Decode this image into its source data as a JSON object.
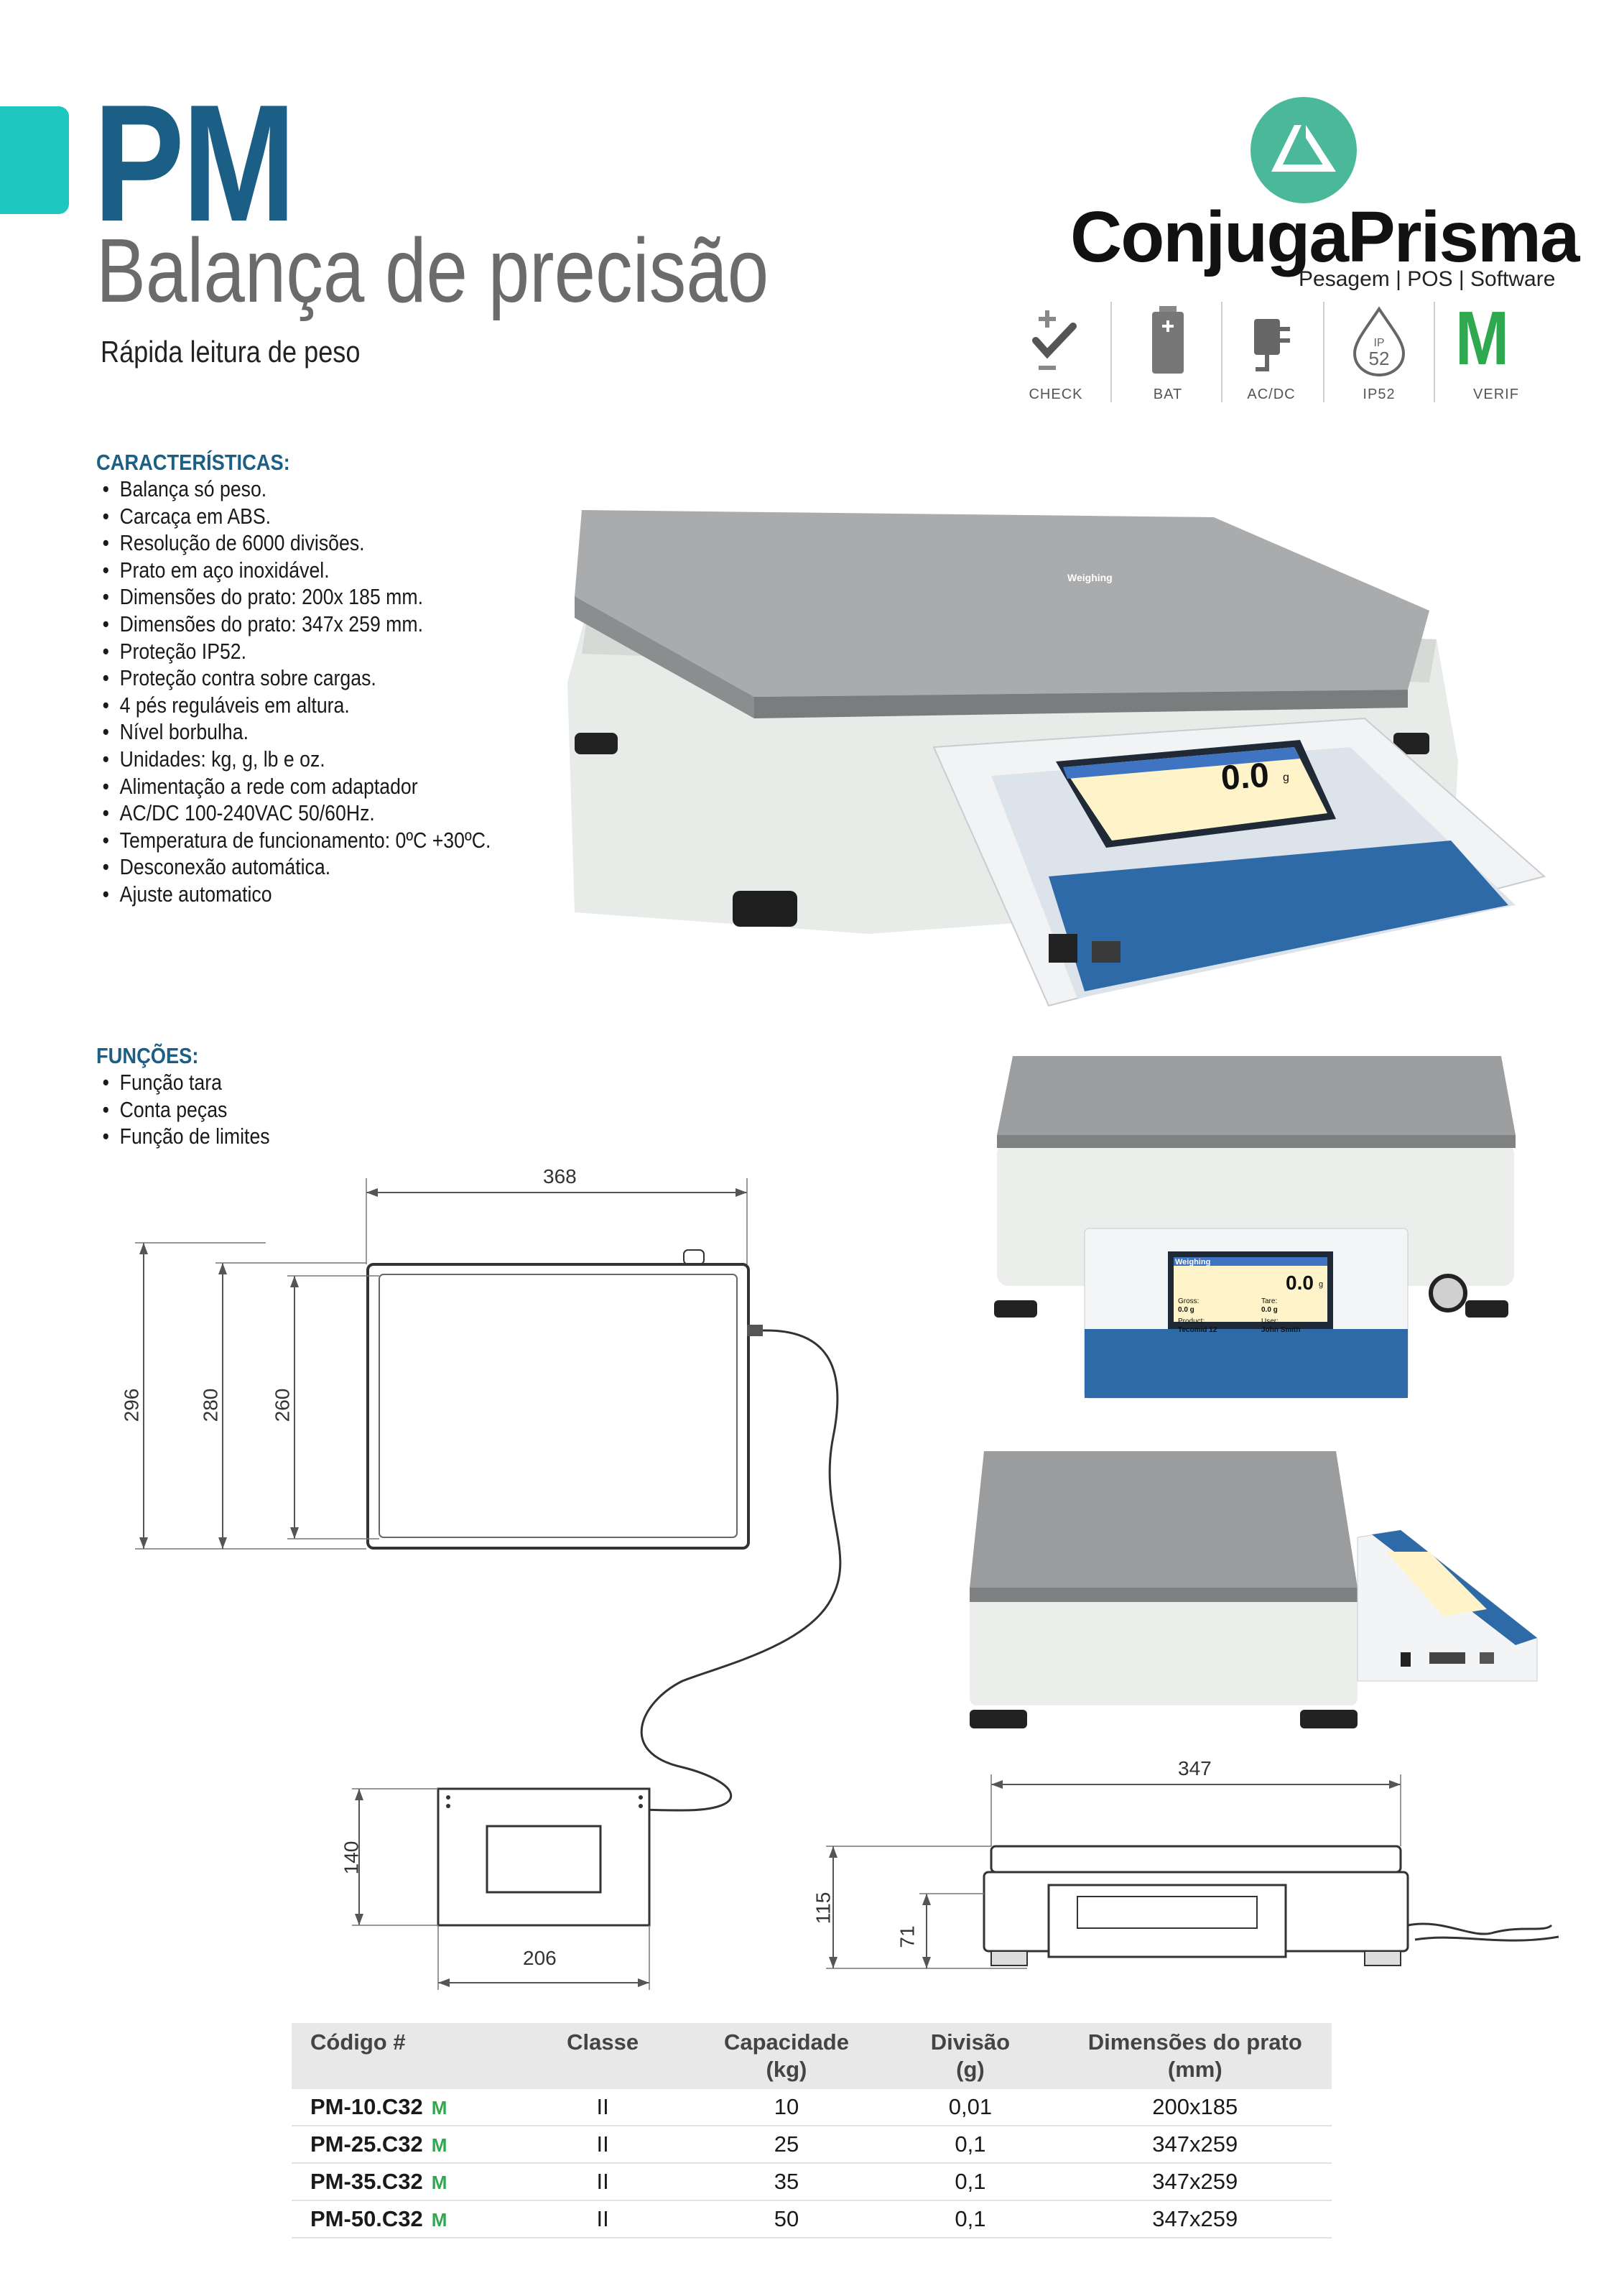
{
  "header": {
    "model": "PM",
    "subtitle": "Balança de precisão",
    "tagline": "Rápida leitura de peso"
  },
  "brand": {
    "name": "ConjugaPrisma",
    "sub": "Pesagem | POS | Software",
    "color": "#4bb89a"
  },
  "feature_icons": [
    {
      "label": "CHECK",
      "icon": "check-icon"
    },
    {
      "label": "BAT",
      "icon": "battery-icon"
    },
    {
      "label": "AC/DC",
      "icon": "power-adapter-icon"
    },
    {
      "label": "IP52",
      "icon": "ip52-drop-icon",
      "inner": "IP",
      "inner_num": "52"
    },
    {
      "label": "VERIF",
      "icon": "verification-m-icon",
      "inner": "M"
    }
  ],
  "caracteristicas": {
    "title": "CARACTERÍSTICAS:",
    "items": [
      "Balança só peso.",
      "Carcaça em ABS.",
      "Resolução de 6000 divisões.",
      "Prato em aço inoxidável.",
      "Dimensões do prato: 200x 185 mm.",
      "Dimensões do prato: 347x 259 mm.",
      "Proteção IP52.",
      "Proteção contra sobre cargas.",
      "4 pés reguláveis em altura.",
      "Nível borbulha.",
      "Unidades: kg, g, lb e oz.",
      "Alimentação a rede com adaptador",
      "AC/DC 100-240VAC 50/60Hz.",
      "Temperatura de funcionamento: 0ºC +30ºC.",
      "Desconexão automática.",
      "Ajuste automatico"
    ]
  },
  "funcoes": {
    "title": "FUNÇÕES:",
    "items": [
      "Função tara",
      "Conta peças",
      "Função de limites"
    ]
  },
  "display": {
    "reading": "0.0",
    "unit": "g",
    "mode": "Weighing",
    "gross_label": "Gross:",
    "gross_value": "0.0 g",
    "tare_label": "Tare:",
    "tare_value": "0.0 g",
    "product_label": "Product:",
    "product_value": "Tecomid 12",
    "user_label": "User:",
    "user_value": "John Smith"
  },
  "dimensions": {
    "top_width": "368",
    "left_1": "296",
    "left_2": "280",
    "left_3": "260",
    "terminal_height": "140",
    "terminal_width": "206",
    "side_width": "347",
    "side_height_total": "115",
    "side_height_body": "71"
  },
  "table": {
    "headers": [
      {
        "l1": "Código #",
        "l2": ""
      },
      {
        "l1": "Classe",
        "l2": ""
      },
      {
        "l1": "Capacidade",
        "l2": "(kg)"
      },
      {
        "l1": "Divisão",
        "l2": "(g)"
      },
      {
        "l1": "Dimensões do prato",
        "l2": "(mm)"
      }
    ],
    "rows": [
      {
        "code": "PM-10.C32",
        "mark": "M",
        "classe": "II",
        "capacidade": "10",
        "divisao": "0,01",
        "dimensoes": "200x185"
      },
      {
        "code": "PM-25.C32",
        "mark": "M",
        "classe": "II",
        "capacidade": "25",
        "divisao": "0,1",
        "dimensoes": "347x259"
      },
      {
        "code": "PM-35.C32",
        "mark": "M",
        "classe": "II",
        "capacidade": "35",
        "divisao": "0,1",
        "dimensoes": "347x259"
      },
      {
        "code": "PM-50.C32",
        "mark": "M",
        "classe": "II",
        "capacidade": "50",
        "divisao": "0,1",
        "dimensoes": "347x259"
      }
    ]
  }
}
